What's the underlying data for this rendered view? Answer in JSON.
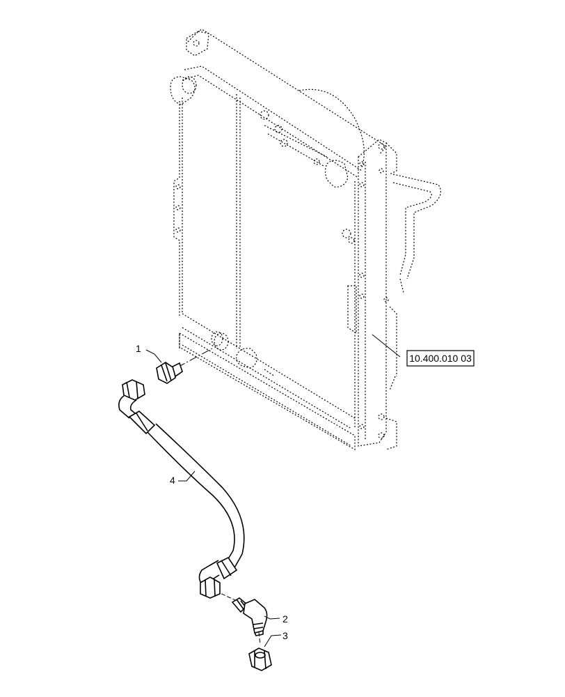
{
  "callouts": [
    {
      "id": "1",
      "label": "1"
    },
    {
      "id": "2",
      "label": "2"
    },
    {
      "id": "3",
      "label": "3"
    },
    {
      "id": "4",
      "label": "4"
    }
  ],
  "reference": {
    "label": "10.400.010 03"
  }
}
